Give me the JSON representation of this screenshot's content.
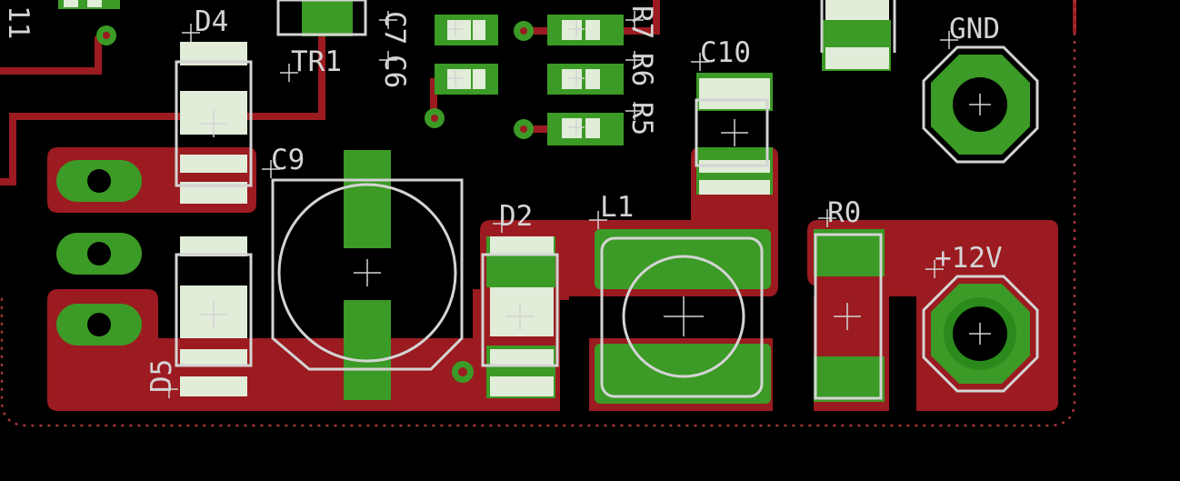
{
  "labels": {
    "d4": "D4",
    "tr1": "TR1",
    "c7": "C7",
    "c6": "C6",
    "r7": "R7",
    "r6": "R6",
    "r5": "R5",
    "c10": "C10",
    "gnd": "GND",
    "c9": "C9",
    "d2": "D2",
    "l1": "L1",
    "r0": "R0",
    "v12": "+12V",
    "d5": "D5",
    "partial_left": "11"
  },
  "colors": {
    "background": "#000000",
    "copper_trace": "#9b1b20",
    "pad": "#3c9a26",
    "silkscreen": "#d4d4d4",
    "pad_overlay": "#e1ecd9",
    "outline_dots": "#a4343a"
  },
  "icons": {
    "via": "via-icon",
    "through_hole_pad": "octagon-pad-icon",
    "origin_cross": "crosshair-icon"
  }
}
